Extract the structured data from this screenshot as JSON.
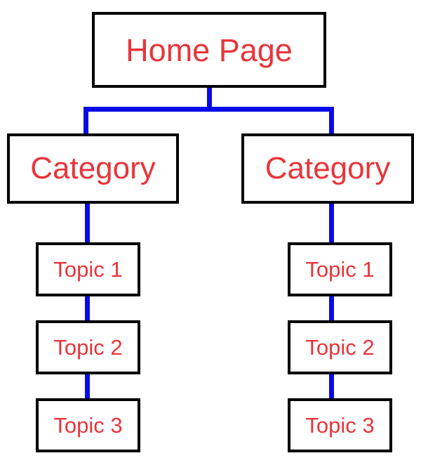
{
  "diagram": {
    "type": "site-map-tree",
    "title": "Home Page",
    "colors": {
      "node_text": "#e8353a",
      "node_border": "#000000",
      "node_fill": "#ffffff",
      "connector": "#0a0ae8",
      "background": "#ffffff"
    },
    "root": {
      "label": "Home Page"
    },
    "branches": [
      {
        "label": "Category",
        "topics": [
          {
            "label": "Topic 1"
          },
          {
            "label": "Topic 2"
          },
          {
            "label": "Topic 3"
          }
        ]
      },
      {
        "label": "Category",
        "topics": [
          {
            "label": "Topic 1"
          },
          {
            "label": "Topic 2"
          },
          {
            "label": "Topic 3"
          }
        ]
      }
    ]
  }
}
